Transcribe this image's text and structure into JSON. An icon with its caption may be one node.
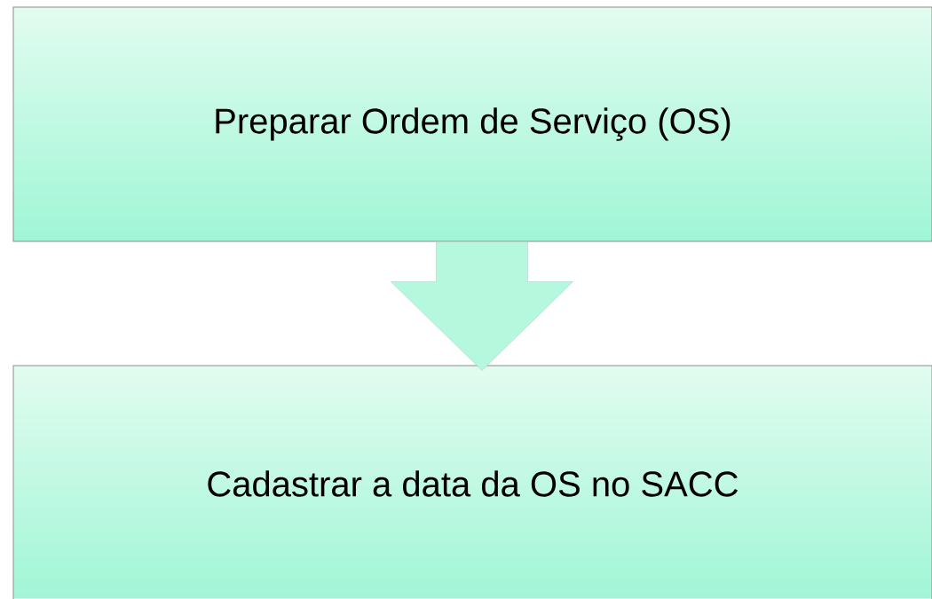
{
  "diagram": {
    "nodes": [
      {
        "text": [
          "Preparar Ordem de Serviço (OS)"
        ]
      },
      {
        "text": [
          "Cadastrar a data da OS no SACC"
        ]
      }
    ],
    "edges": [
      {
        "from": 0,
        "to": 1,
        "arrow": "to"
      }
    ]
  }
}
